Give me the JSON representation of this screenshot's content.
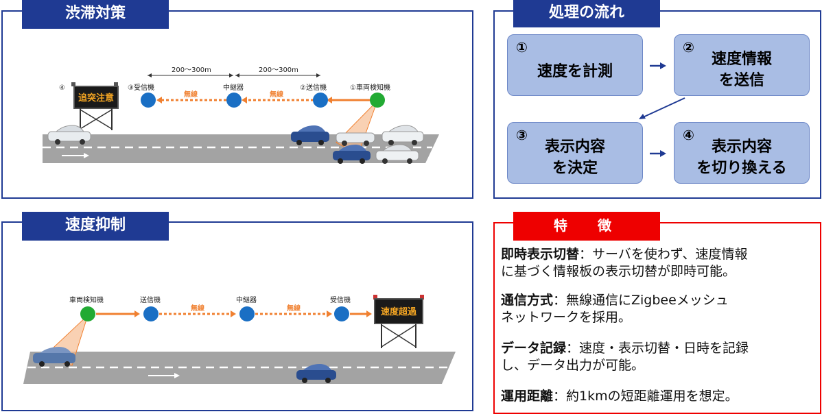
{
  "congestion": {
    "title": "渋滞対策",
    "dist1": "200～300m",
    "dist2": "200～300m",
    "label_sign": "④",
    "label_recv": "③受信機",
    "label_relay": "中継器",
    "label_send": "②送信機",
    "label_detect": "①車両検知機",
    "wireless1": "無線",
    "wireless2": "無線",
    "sign_text": "追突注意"
  },
  "flow": {
    "title": "処理の流れ",
    "steps": [
      {
        "num": "①",
        "line1": "速度を計測",
        "line2": ""
      },
      {
        "num": "②",
        "line1": "速度情報",
        "line2": "を送信"
      },
      {
        "num": "③",
        "line1": "表示内容",
        "line2": "を決定"
      },
      {
        "num": "④",
        "line1": "表示内容",
        "line2": "を切り換える"
      }
    ]
  },
  "speed": {
    "title": "速度抑制",
    "label_detect": "車両検知機",
    "label_send": "送信機",
    "label_relay": "中継器",
    "label_recv": "受信機",
    "wireless1": "無線",
    "wireless2": "無線",
    "sign_text": "速度超過"
  },
  "features": {
    "title": "特　徴",
    "f1_key": "即時表示切替",
    "f1_l1": "：サーバを使わず、速度情報",
    "f1_l2": "に基づく情報板の表示切替が即時可能。",
    "f2_key": "通信方式",
    "f2_l1": "：無線通信にZigbeeメッシュ",
    "f2_l2": "ネットワークを採用。",
    "f3_key": "データ記録",
    "f3_l1": "：速度・表示切替・日時を記録",
    "f3_l2": "し、データ出力が可能。",
    "f4_key": "運用距離",
    "f4_l1": "：約1kmの短距離運用を想定。"
  },
  "colors": {
    "navy": "#1f3a93",
    "node_blue": "#1a6fc4",
    "node_green": "#22aa33",
    "signal_orange": "#f08030",
    "box_fill": "#a9bde4",
    "feature_red": "#ee0000"
  }
}
